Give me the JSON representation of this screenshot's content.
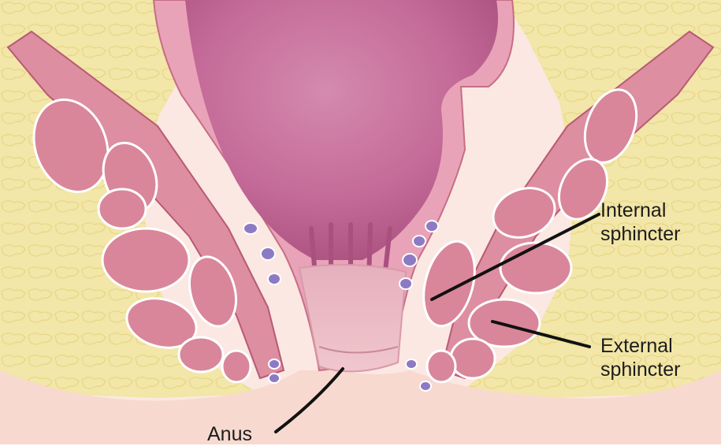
{
  "labels": {
    "internal_sphincter": [
      "Internal",
      "sphincter"
    ],
    "external_sphincter": [
      "External",
      "sphincter"
    ],
    "anus": "Anus"
  },
  "colors": {
    "fat": "#f2e6a8",
    "fat_cell_line": "#e8d889",
    "skin": "#f7d9cf",
    "muscle": "#d9869a",
    "muscle_dark": "#c76d85",
    "muscle_line": "#b85a74",
    "mucosa": "#c46a98",
    "mucosa_dark": "#a9507f",
    "rectal_wall": "#e8a3b8",
    "vein": "#8d7ac4",
    "leader": "#111111"
  },
  "icons": [
    "muscle-bundle-shape",
    "vein-dot-shape",
    "leader-line"
  ]
}
